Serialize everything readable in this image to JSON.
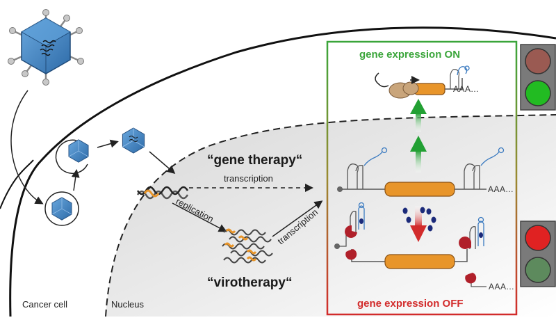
{
  "labels": {
    "cancer_cell": "Cancer cell",
    "nucleus": "Nucleus",
    "gene_therapy": "“gene therapy“",
    "virotherapy": "“virotherapy“",
    "transcription_top": "transcription",
    "transcription_right": "transcription",
    "replication": "replication",
    "gene_on": "gene expression ON",
    "gene_off": "gene expression OFF",
    "polyA": "AAA..."
  },
  "colors": {
    "on_green": "#3aa53a",
    "off_red": "#d22b2b",
    "gene_orange": "#e8952a",
    "virus_blue": "#4a8ac8",
    "ribosome_tan": "#c9a57b",
    "ligand_navy": "#1b2a7a",
    "traffic_red_on": "#e02222",
    "traffic_green_on": "#22bb22",
    "traffic_red_dim": "#9a5a52",
    "traffic_green_dim": "#5d8a5d"
  },
  "icons": {
    "virus": "adenovirus-icon",
    "traffic_light": "traffic-light-icon",
    "ribosome": "ribosome-icon",
    "dna": "dna-helix-icon"
  }
}
